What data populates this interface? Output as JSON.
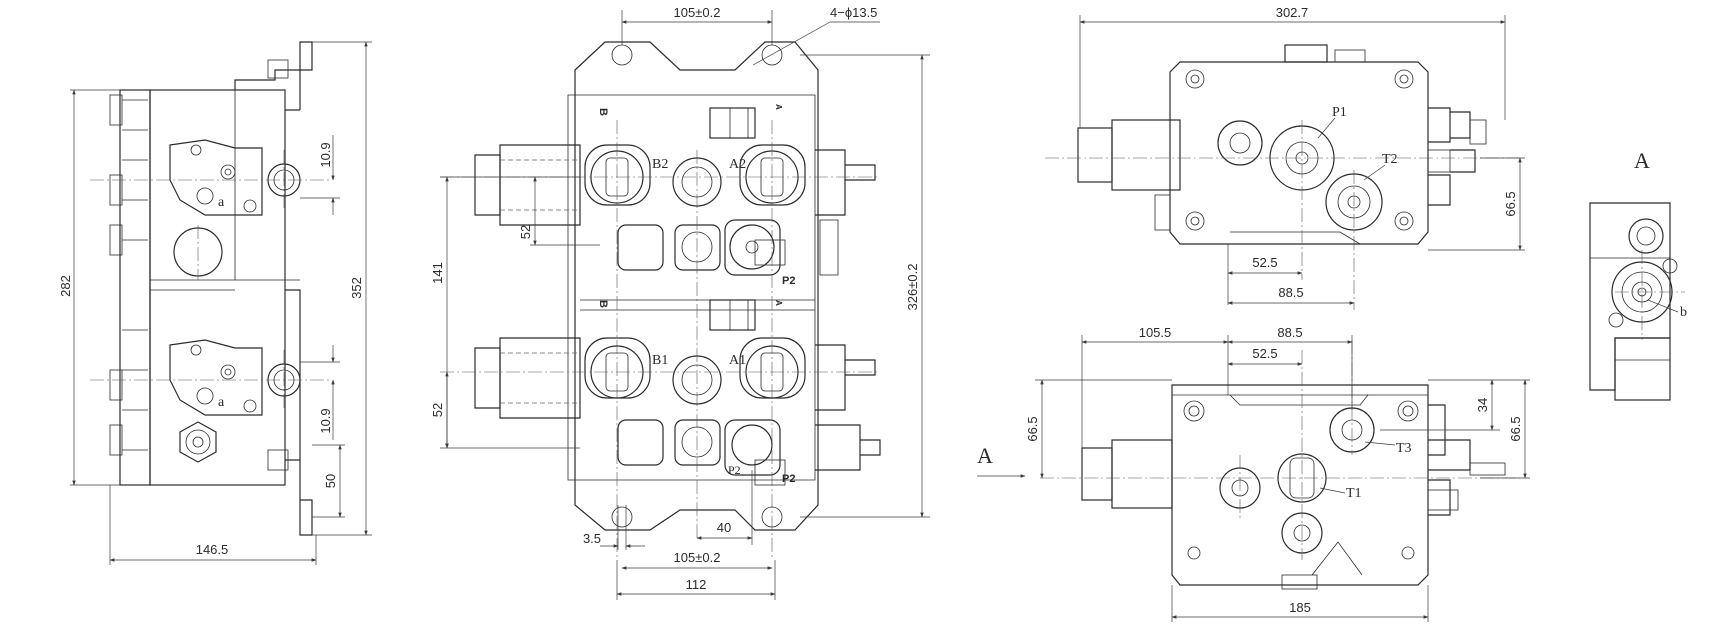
{
  "left_view": {
    "dims": {
      "d_282": "282",
      "d_352": "352",
      "d_10_9_top": "10.9",
      "d_10_9_bot": "10.9",
      "d_50": "50",
      "d_146_5": "146.5"
    },
    "ports": {
      "a_top": "a",
      "a_bot": "a"
    }
  },
  "front_view": {
    "dims": {
      "d_105_top": "105±0.2",
      "d_holes": "4−ϕ13.5",
      "d_141": "141",
      "d_52_top": "52",
      "d_52_bot": "52",
      "d_326": "326±0.2",
      "d_3_5": "3.5",
      "d_40": "40",
      "d_105_bot": "105±0.2",
      "d_112": "112"
    },
    "ports": {
      "b2": "B2",
      "a2": "A2",
      "b1": "B1",
      "a1": "A1",
      "p2_top": "P2",
      "p2_bot": "P2",
      "p2_small": "P2",
      "b_top": "B",
      "b_bot": "B",
      "a_top": "A",
      "a_bot": "A"
    }
  },
  "top_view": {
    "dims": {
      "d_302_7": "302.7",
      "d_66_5": "66.5",
      "d_52_5": "52.5",
      "d_88_5": "88.5"
    },
    "ports": {
      "p1": "P1",
      "t2": "T2"
    }
  },
  "bottom_view": {
    "dims": {
      "d_105_5": "105.5",
      "d_88_5": "88.5",
      "d_52_5": "52.5",
      "d_34": "34",
      "d_66_5_l": "66.5",
      "d_66_5_r": "66.5",
      "d_185": "185"
    },
    "ports": {
      "t3": "T3",
      "t1": "T1"
    },
    "arrow_label": "A"
  },
  "aux_view": {
    "title": "A",
    "port_b": "b"
  }
}
